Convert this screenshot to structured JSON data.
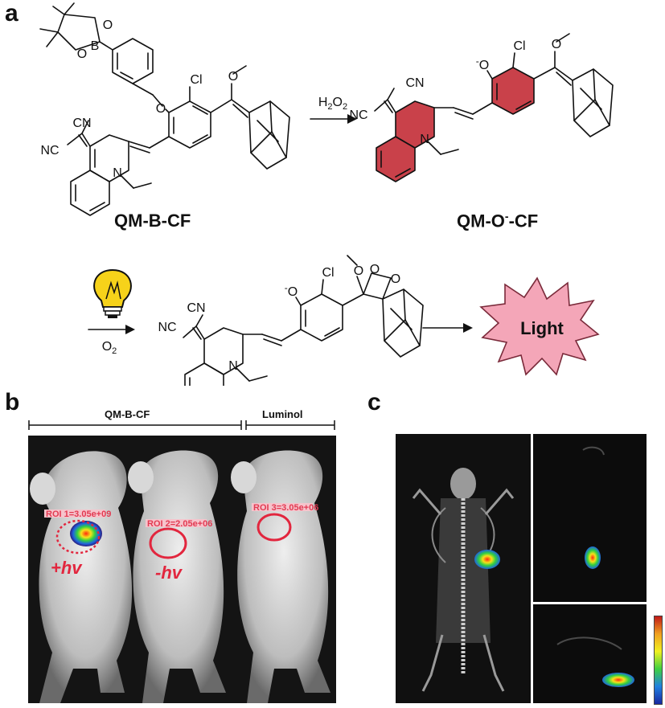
{
  "panels": {
    "a": "a",
    "b": "b",
    "c": "c"
  },
  "scheme": {
    "compound_start": "QM-B-CF",
    "compound_oxidized_main": "QM-O",
    "compound_oxidized_sup": "-",
    "compound_oxidized_tail": "-CF",
    "reagent_top_main": "H",
    "reagent_top_sub": "2",
    "reagent_top_main2": "O",
    "reagent_top_sub2": "2",
    "reagent_bottom_main": "O",
    "reagent_bottom_sub": "2",
    "product": "Light",
    "atoms": {
      "cn": "CN",
      "nc": "NC",
      "n": "N",
      "cl": "Cl",
      "o": "O",
      "o_minus": "O",
      "minus": "-",
      "b": "B"
    },
    "colors": {
      "ring_highlight": "#c0202a",
      "burst_fill": "#f4a6b8",
      "burst_stroke": "#7a2a3a",
      "bulb": "#f6d21a"
    }
  },
  "panel_b": {
    "group_1": "QM-B-CF",
    "group_2": "Luminol",
    "label_plus": "+hv",
    "label_minus": "-hv",
    "roi_tag_1": "ROI 1=3.05e+09",
    "roi_tag_2": "ROI 2=2.05e+06",
    "roi_tag_3": "ROI 3=3.05e+06",
    "roi_color": "#e2263e"
  },
  "panel_c": {
    "colorbar": [
      "#c01818",
      "#f0a020",
      "#f0f020",
      "#40d040",
      "#2080e0",
      "#1828a0"
    ]
  }
}
